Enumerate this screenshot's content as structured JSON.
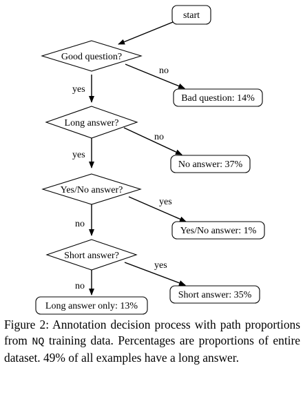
{
  "diagram": {
    "start": "start",
    "decisions": {
      "good_question": "Good question?",
      "long_answer": "Long answer?",
      "yes_no_answer": "Yes/No answer?",
      "short_answer": "Short answer?"
    },
    "outcomes": {
      "bad_question": "Bad question: 14%",
      "no_answer": "No answer: 37%",
      "yes_no": "Yes/No answer: 1%",
      "short": "Short answer: 35%",
      "long_only": "Long answer only: 13%"
    },
    "edge_labels": {
      "q1_no": "no",
      "q1_yes": "yes",
      "q2_no": "no",
      "q2_yes": "yes",
      "q3_yes": "yes",
      "q3_no": "no",
      "q4_yes": "yes",
      "q4_no": "no"
    }
  },
  "caption": {
    "prefix": "Figure 2: Annotation decision process with path proportions from ",
    "dataset": "NQ",
    "suffix": " training data. Percentages are proportions of entire dataset. 49% of all examples have a long answer."
  }
}
